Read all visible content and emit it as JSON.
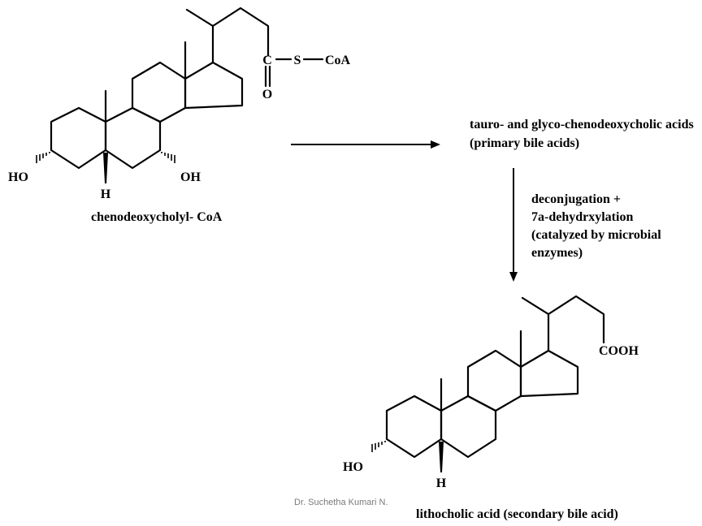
{
  "compound1": {
    "name": "chenodeoxycholyl- CoA",
    "atoms": {
      "carbon": "C",
      "oxygen": "O",
      "sulfur": "S",
      "coa": "CoA",
      "ho": "HO",
      "oh": "OH",
      "h": "H"
    }
  },
  "compound2": {
    "name_line1": "tauro- and glyco-chenodeoxycholic acids",
    "name_line2": "(primary bile acids)"
  },
  "step2": {
    "line1": "deconjugation +",
    "line2": "7a-dehydrxylation",
    "line3": "(catalyzed by microbial",
    "line4": "enzymes)"
  },
  "compound3": {
    "name": "lithocholic acid (secondary bile acid)",
    "atoms": {
      "cooh": "COOH",
      "ho": "HO",
      "h": "H"
    }
  },
  "footer": {
    "author": "Dr. Suchetha Kumari N."
  },
  "colors": {
    "ink": "#000000",
    "footer": "#7a7a7a"
  }
}
